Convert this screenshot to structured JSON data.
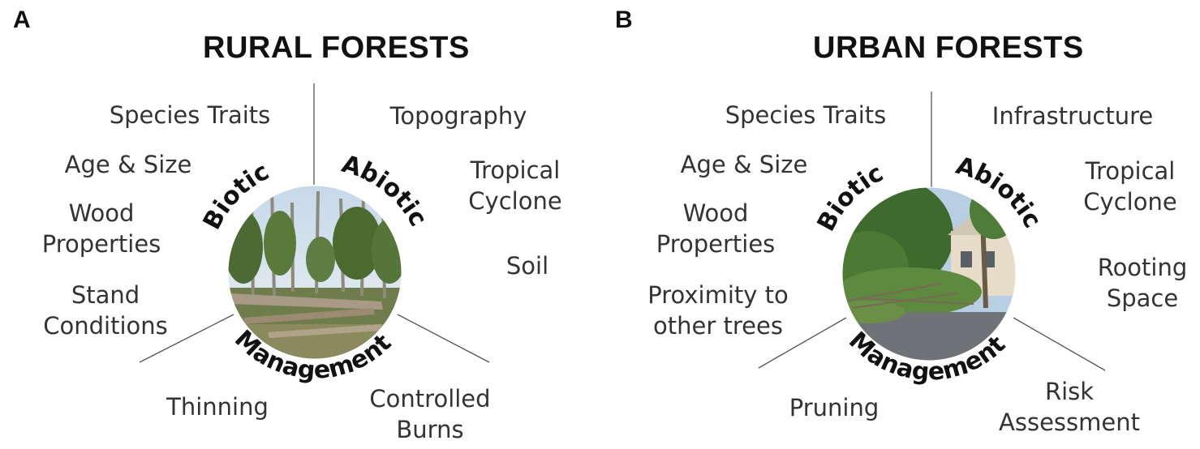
{
  "panels": [
    {
      "letter": "A",
      "title": "RURAL FORESTS",
      "categories": {
        "biotic": "Biotic",
        "abiotic": "Abiotic",
        "management": "Management"
      },
      "biotic_factors": [
        "Species Traits",
        "Age & Size",
        "Wood Properties",
        "Stand Conditions"
      ],
      "abiotic_factors": [
        "Topography",
        "Tropical Cyclone",
        "Soil"
      ],
      "management_factors": [
        "Thinning",
        "Controlled Burns"
      ]
    },
    {
      "letter": "B",
      "title": "URBAN FORESTS",
      "categories": {
        "biotic": "Biotic",
        "abiotic": "Abiotic",
        "management": "Management"
      },
      "biotic_factors": [
        "Species Traits",
        "Age & Size",
        "Wood Properties",
        "Proximity to other trees"
      ],
      "abiotic_factors": [
        "Infrastructure",
        "Tropical Cyclone",
        "Rooting Space"
      ],
      "management_factors": [
        "Pruning",
        "Risk Assessment"
      ]
    }
  ],
  "labels": {
    "a_wood_1": "Wood",
    "a_wood_2": "Properties",
    "a_stand_1": "Stand",
    "a_stand_2": "Conditions",
    "a_tropical_1": "Tropical",
    "a_tropical_2": "Cyclone",
    "a_burns_1": "Controlled",
    "a_burns_2": "Burns",
    "b_wood_1": "Wood",
    "b_wood_2": "Properties",
    "b_prox_1": "Proximity to",
    "b_prox_2": "other trees",
    "b_tropical_1": "Tropical",
    "b_tropical_2": "Cyclone",
    "b_rooting_1": "Rooting",
    "b_rooting_2": "Space",
    "b_risk_1": "Risk",
    "b_risk_2": "Assessment"
  },
  "colors": {
    "text": "#333333",
    "divider": "#555555",
    "photo_sky": "#bcd0e4",
    "photo_foliage": "#4f7a3a"
  }
}
